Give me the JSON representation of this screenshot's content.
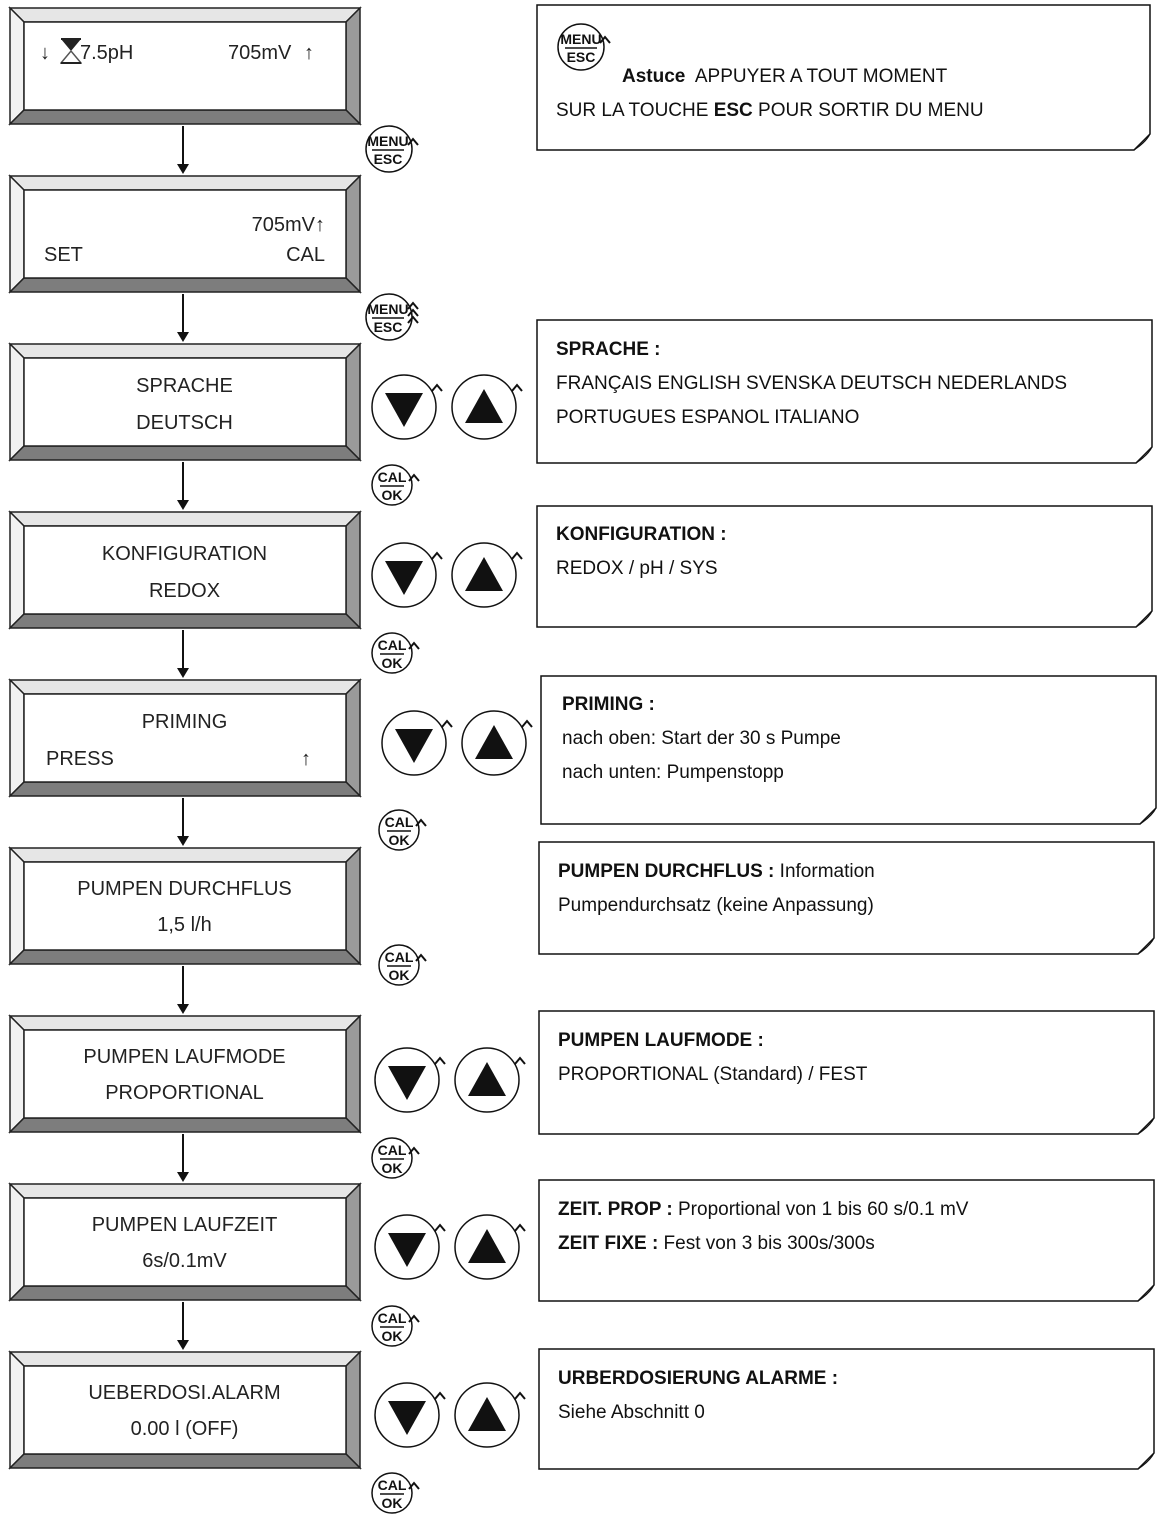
{
  "screens": [
    {
      "id": "home",
      "left_value": "7.5pH",
      "right_value": "705mV",
      "left_arrow": "↓",
      "right_arrow": "↑",
      "hourglass_icon": "hourglass-icon"
    },
    {
      "id": "set-cal",
      "top_value": "705mV↑",
      "left_label": "SET",
      "right_label": "CAL"
    },
    {
      "id": "sprache",
      "line1": "SPRACHE",
      "line2": "DEUTSCH"
    },
    {
      "id": "konfiguration",
      "line1": "KONFIGURATION",
      "line2": "REDOX"
    },
    {
      "id": "priming",
      "line1": "PRIMING",
      "left_label": "PRESS",
      "right_arrow": "↑"
    },
    {
      "id": "pumpen-durchflus",
      "line1": "PUMPEN DURCHFLUS",
      "line2": "1,5 l/h"
    },
    {
      "id": "pumpen-laufmode",
      "line1": "PUMPEN LAUFMODE",
      "line2": "PROPORTIONAL"
    },
    {
      "id": "pumpen-laufzeit",
      "line1": "PUMPEN LAUFZEIT",
      "line2": "6s/0.1mV"
    },
    {
      "id": "ueberdosi-alarm",
      "line1": "UEBERDOSI.ALARM",
      "line2": "0.00 l (OFF)"
    }
  ],
  "keys": {
    "menu_top": "MENU",
    "menu_bottom": "ESC",
    "cal_top": "CAL",
    "cal_bottom": "OK"
  },
  "notes": {
    "astuce": {
      "bold": "Astuce",
      "line1_rest": "APPUYER A TOUT MOMENT",
      "line2_pre": "SUR LA TOUCHE ",
      "line2_bold": "ESC",
      "line2_post": " POUR SORTIR DU MENU"
    },
    "sprache": {
      "title": "SPRACHE :",
      "line1": "FRANÇAIS ENGLISH SVENSKA DEUTSCH NEDERLANDS",
      "line2": "PORTUGUES ESPANOL ITALIANO"
    },
    "konfiguration": {
      "title": "KONFIGURATION :",
      "line1": "REDOX / pH / SYS"
    },
    "priming": {
      "title": "PRIMING :",
      "line1": "nach oben: Start der 30 s Pumpe",
      "line2": "nach unten: Pumpenstopp"
    },
    "durchflus": {
      "title": "PUMPEN DURCHFLUS :",
      "title_rest": " Information",
      "line1": "Pumpendurchsatz (keine Anpassung)"
    },
    "laufmode": {
      "title": "PUMPEN LAUFMODE :",
      "line1": "PROPORTIONAL (Standard) / FEST"
    },
    "laufzeit": {
      "bold1": "ZEIT. PROP :",
      "rest1": " Proportional von 1 bis 60 s/0.1 mV",
      "bold2": "ZEIT FIXE :",
      "rest2": " Fest von 3 bis 300s/300s"
    },
    "alarm": {
      "title": "URBERDOSIERUNG ALARME :",
      "line1": "Siehe Abschnitt 0"
    }
  }
}
